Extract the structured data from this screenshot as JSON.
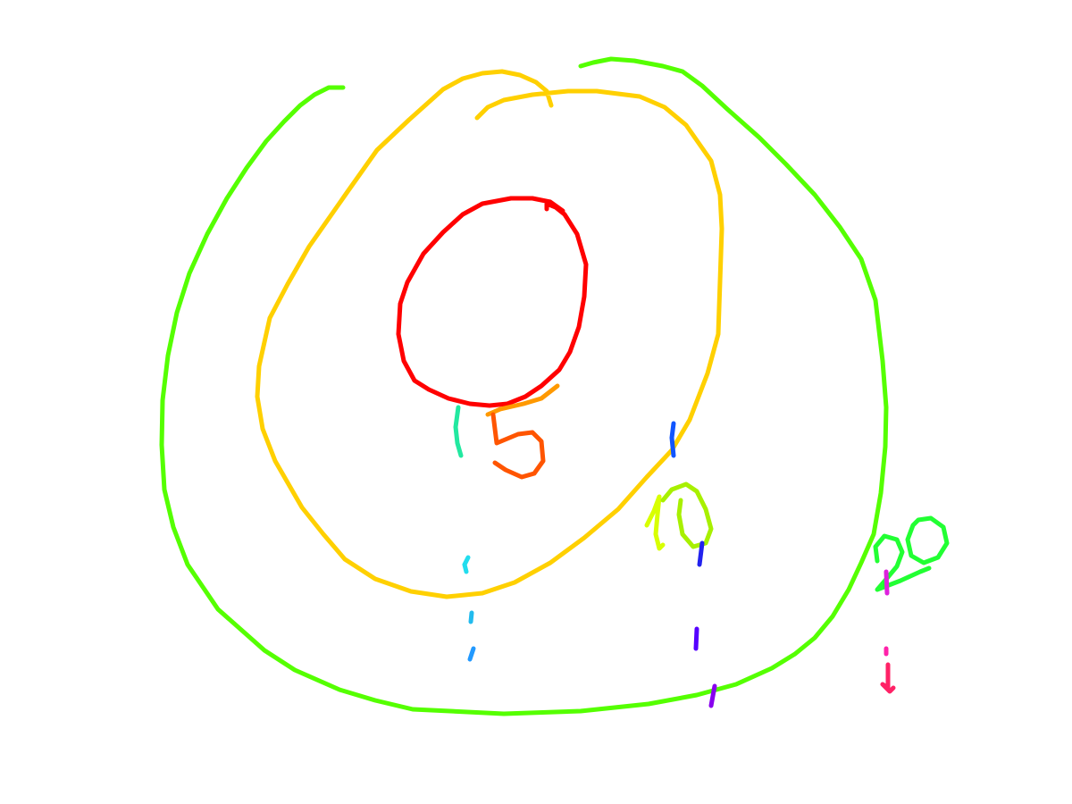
{
  "diagram": {
    "rings": [
      {
        "name": "inner-ring",
        "color": "#ff0000"
      },
      {
        "name": "middle-ring",
        "color": "#ffd000"
      },
      {
        "name": "outer-ring",
        "color": "#55ff00"
      }
    ],
    "labels": [
      {
        "text": "5",
        "color": "#ff5500"
      },
      {
        "text": "10",
        "color": "#c8ff00"
      },
      {
        "text": "20",
        "color": "#22ff33"
      }
    ]
  }
}
